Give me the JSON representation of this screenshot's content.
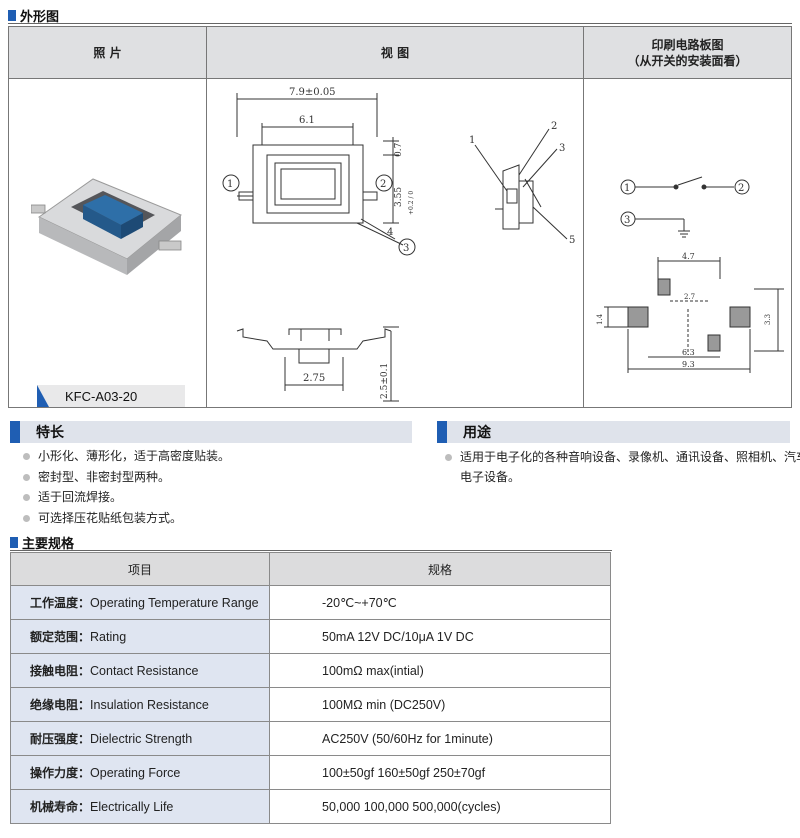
{
  "appearance_section": {
    "title": "外形图"
  },
  "appearance_table": {
    "headers": {
      "photo": "照    片",
      "view": "视    图",
      "pcb": "印刷电路板图\n（从开关的安装面看）"
    },
    "model": "KFC-A03-20"
  },
  "dimensions": {
    "width": "7.9±0.05",
    "inner_width": "6.1",
    "height": "3.55",
    "height_tol": "+0.2 / 0",
    "thickness": "0.7",
    "base": "2.75",
    "total_height": "2.5±0.1",
    "pins": [
      "1",
      "2",
      "3",
      "4"
    ],
    "side_pins": [
      "1",
      "2",
      "3",
      "5"
    ]
  },
  "pcb": {
    "circuit_nodes": [
      "1",
      "2",
      "3"
    ],
    "pad_dims": {
      "top": "4.7",
      "inner": "2.7",
      "mid": "6.3",
      "overall": "9.3",
      "left": "1.4",
      "right": "3.3"
    }
  },
  "features": {
    "title": "特长",
    "items": [
      "小形化、薄形化，适于高密度贴装。",
      "密封型、非密封型两种。",
      "适于回流焊接。",
      "可选择压花贴纸包装方式。"
    ]
  },
  "uses": {
    "title": "用途",
    "text": "适用于电子化的各种音响设备、录像机、通讯设备、照相机、汽车电子设备。"
  },
  "specs": {
    "title": "主要规格",
    "col_item": "项目",
    "col_spec": "规格",
    "rows": [
      {
        "cn": "工作温度：",
        "en": "Operating Temperature Range",
        "value": "-20℃~+70℃"
      },
      {
        "cn": "额定范围：",
        "en": "Rating",
        "value": "50mA 12V DC/10μA 1V DC"
      },
      {
        "cn": "接触电阻：",
        "en": "Contact Resistance",
        "value": "100mΩ max(intial)"
      },
      {
        "cn": "绝缘电阻：",
        "en": "Insulation Resistance",
        "value": "100MΩ min (DC250V)"
      },
      {
        "cn": "耐压强度：",
        "en": "Dielectric Strength",
        "value": "AC250V  (50/60Hz for 1minute)"
      },
      {
        "cn": "操作力度：",
        "en": "Operating Force",
        "value": "100±50gf   160±50gf   250±70gf"
      },
      {
        "cn": "机械寿命：",
        "en": "Electrically Life",
        "value": "50,000   100,000   500,000(cycles)"
      }
    ]
  },
  "colors": {
    "accent": "#1f5eb3",
    "header_bg": "#dfe0e2",
    "item_bg": "#dfe5f1",
    "button_cap": "#2e6fa8"
  }
}
